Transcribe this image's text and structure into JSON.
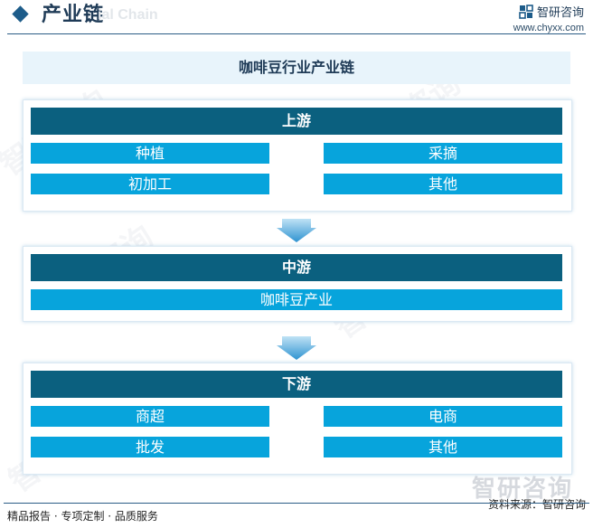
{
  "header": {
    "title": "产业链",
    "ghost_text": "ial Chain",
    "logo_name": "智研咨询",
    "logo_url": "www.chyxx.com"
  },
  "main_title": "咖啡豆行业产业链",
  "upstream": {
    "title": "上游",
    "items": [
      "种植",
      "采摘",
      "初加工",
      "其他"
    ]
  },
  "midstream": {
    "title": "中游",
    "items": [
      "咖啡豆产业"
    ]
  },
  "downstream": {
    "title": "下游",
    "items": [
      "商超",
      "电商",
      "批发",
      "其他"
    ]
  },
  "footer": {
    "left": "精品报告 · 专项定制 · 品质服务",
    "right": "资料来源：智研咨询"
  },
  "watermark": "智研咨询",
  "colors": {
    "stage_header": "#0b607f",
    "cell": "#07a4dc",
    "title_bg": "#e8f4fb",
    "arrow": "#3aa0d8"
  }
}
